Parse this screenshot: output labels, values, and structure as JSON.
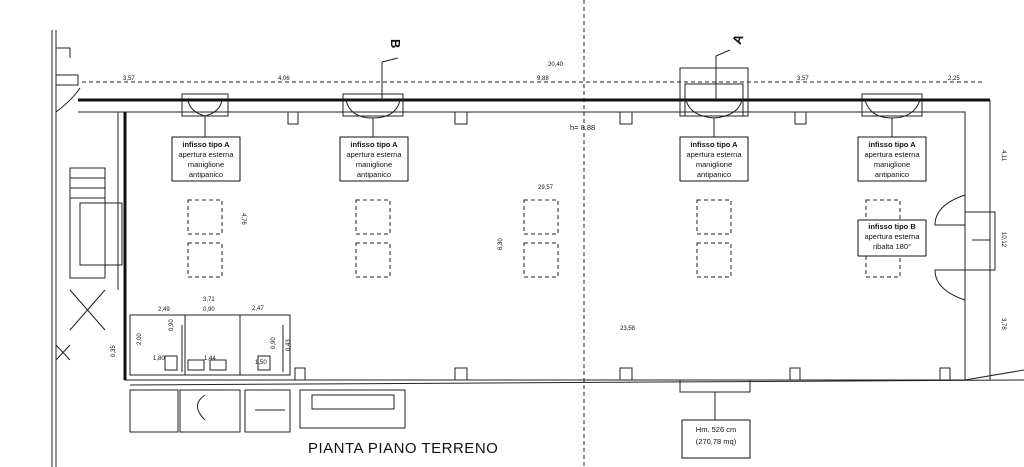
{
  "title": "PIANTA PIANO TERRENO",
  "area": {
    "line1": "Hm. 526 cm",
    "line2": "(270,78 mq)"
  },
  "height_note": "h= 8.88",
  "sections": {
    "a": "A",
    "b": "B"
  },
  "window_a": {
    "title": "infisso tipo A",
    "line1": "apertura esterna",
    "line2": "maniglione",
    "line3": "antipanico"
  },
  "window_b": {
    "title": "infisso tipo B",
    "line1": "apertura esterna",
    "line2": "ribalta 180°"
  },
  "dimensions": {
    "top_3_57_left": "3,57",
    "top_4_06": "4,06",
    "top_20_40": "20,40",
    "top_9_88": "9,88",
    "top_3_57_right": "3,57",
    "top_2_25": "2,25",
    "right_4_11": "4,11",
    "right_10_12": "10,12",
    "right_3_78": "3,78",
    "inner_29_57": "29,57",
    "inner_4_76": "4,76",
    "inner_6_30": "6,30",
    "inner_23_58": "23,58",
    "wc_2_49": "2,49",
    "wc_3_71": "3,71",
    "wc_0_90": "0,90",
    "wc_2_47": "2,47",
    "wc_2_00": "2,00",
    "wc_1_80": "1,80",
    "wc_1_44": "1,44",
    "wc_1_50": "1,50",
    "wc_0_35": "0,35",
    "wc_0_43": "0,43",
    "wc_0_90b": "0,90",
    "wc_0_90c": "0,90"
  }
}
